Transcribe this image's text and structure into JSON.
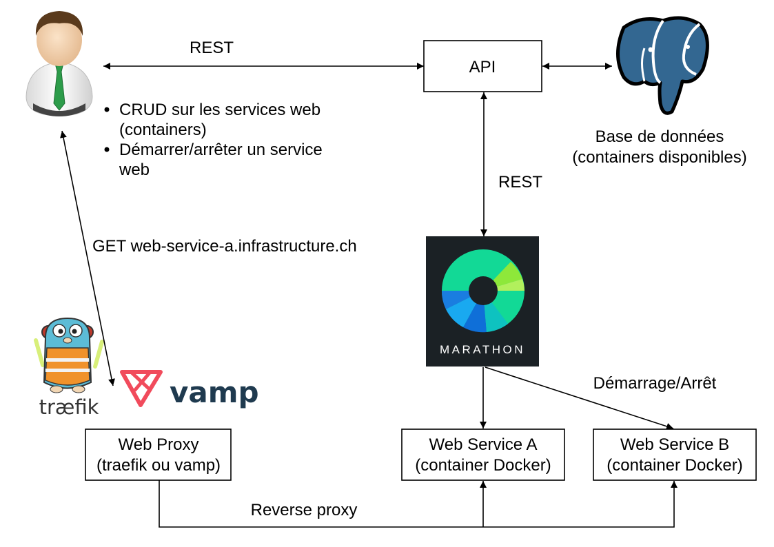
{
  "nodes": {
    "api": "API",
    "database": {
      "line1": "Base de données",
      "line2": "(containers disponibles)"
    },
    "marathon_logo_text": "MARATHON",
    "web_proxy": {
      "line1": "Web Proxy",
      "line2": "(traefik ou vamp)"
    },
    "web_service_a": {
      "line1": "Web Service A",
      "line2": "(container Docker)"
    },
    "web_service_b": {
      "line1": "Web Service B",
      "line2": "(container Docker)"
    },
    "traefik_logo_text": "træfik",
    "vamp_logo_text": "vamp"
  },
  "edges": {
    "user_api": "REST",
    "api_marathon": "REST",
    "user_proxy": "GET web-service-a.infrastructure.ch",
    "marathon_services": "Démarrage/Arrêt",
    "proxy_services": "Reverse proxy"
  },
  "user_actions": [
    {
      "line1": "CRUD sur les services web",
      "line2": "(containers)"
    },
    {
      "line1": "Démarrer/arrêter un service",
      "line2": "web"
    }
  ],
  "icons": [
    "user-icon",
    "postgresql-elephant-icon",
    "marathon-logo",
    "traefik-gopher-logo",
    "vamp-logo"
  ],
  "colors": {
    "marathon_bg": "#1b2125",
    "marathon_green": "#12d996",
    "marathon_lime": "#8ee83a",
    "marathon_blue": "#1a8fe3",
    "postgres_blue": "#336791",
    "traefik_blue": "#5cbcd6",
    "traefik_orange": "#f0922b",
    "vamp_red": "#f14b5c",
    "vamp_navy": "#1f3a4f",
    "tie_green": "#2d9c4a"
  }
}
